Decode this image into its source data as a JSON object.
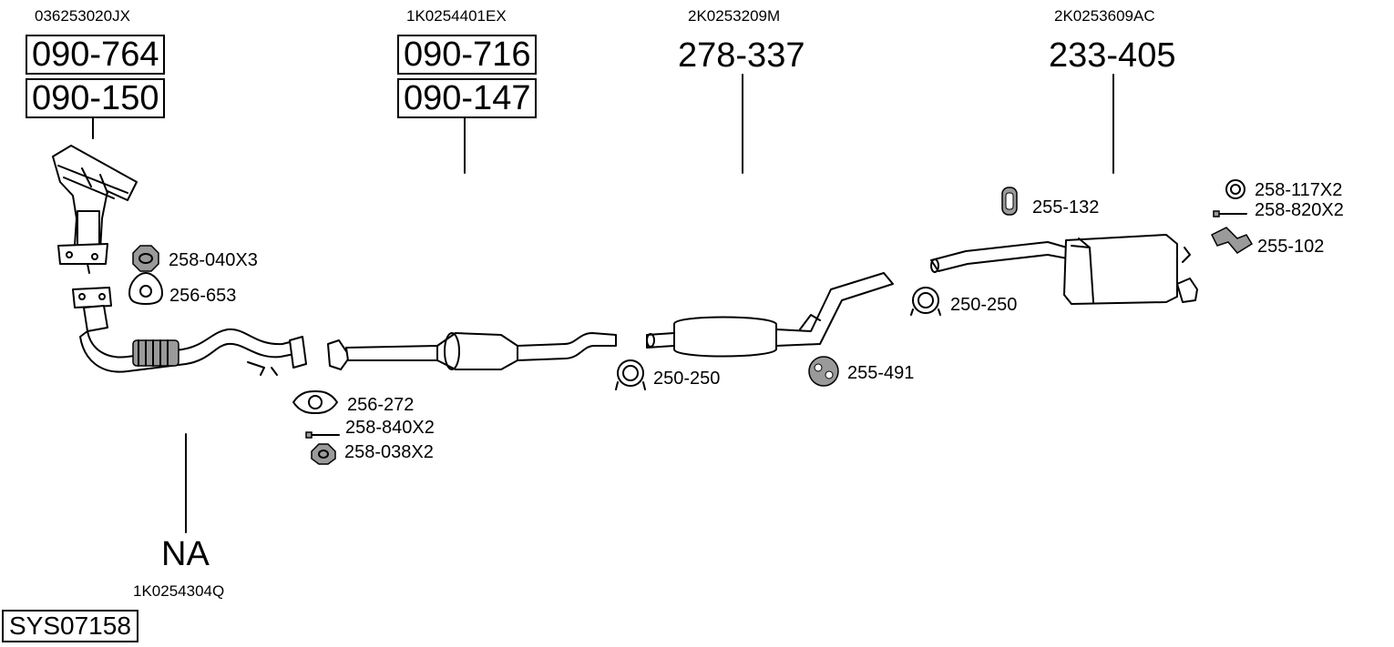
{
  "groups": [
    {
      "oem": "036253020JX",
      "codes": [
        "090-764",
        "090-150"
      ]
    },
    {
      "oem": "1K0254401EX",
      "codes": [
        "090-716",
        "090-147"
      ]
    },
    {
      "oem": "2K0253209M",
      "codes": [
        "278-337"
      ]
    },
    {
      "oem": "2K0253609AC",
      "codes": [
        "233-405"
      ]
    },
    {
      "oem": "1K0254304Q",
      "codes": [
        "NA"
      ]
    }
  ],
  "parts": [
    "258-040X3",
    "256-653",
    "256-272",
    "258-840X2",
    "258-038X2",
    "250-250",
    "255-491",
    "250-250",
    "255-132",
    "258-117X2",
    "258-820X2",
    "255-102"
  ],
  "system_id": "SYS07158"
}
